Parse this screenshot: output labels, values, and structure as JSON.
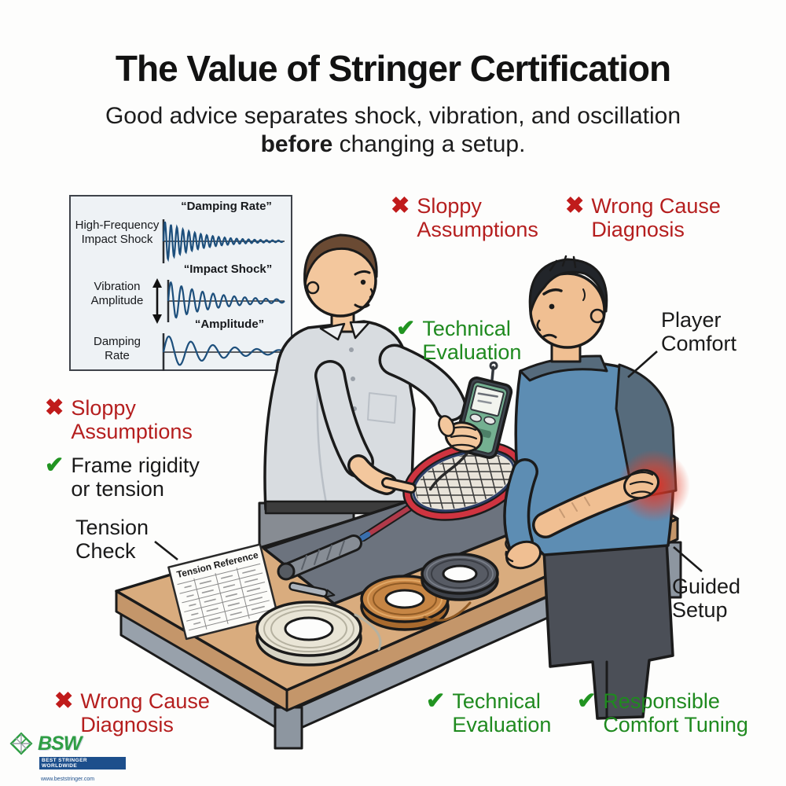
{
  "header": {
    "title": "The Value of Stringer Certification",
    "subtitle_line1": "Good advice separates shock, vibration, and oscillation",
    "subtitle_bold": "before",
    "subtitle_tail": " changing a setup."
  },
  "inset": {
    "rows": [
      {
        "label_line1": "High-Frequency",
        "label_line2": "Impact Shock",
        "wave_label": "“Damping Rate”",
        "freq": 20,
        "decay": 3.3,
        "amp": 26
      },
      {
        "label_line1": "Vibration",
        "label_line2": "Amplitude",
        "wave_label": "“Impact Shock”",
        "freq": 11,
        "decay": 2.5,
        "amp": 25
      },
      {
        "label_line1": "Damping",
        "label_line2": "Rate",
        "wave_label": "“Amplitude”",
        "freq": 5.5,
        "decay": 2.2,
        "amp": 22
      }
    ]
  },
  "icons": {
    "x": "✖",
    "check": "✔"
  },
  "annotations": [
    {
      "icon": "x",
      "line1": "Sloppy",
      "line2": "Assumptions"
    },
    {
      "icon": "x",
      "line1": "Wrong Cause",
      "line2": "Diagnosis"
    },
    {
      "icon": "check",
      "line1": "Technical",
      "line2": "Evaluation"
    },
    {
      "icon": "none",
      "line1": "Player",
      "line2": "Comfort"
    },
    {
      "icon": "x",
      "line1": "Sloppy",
      "line2": "Assumptions"
    },
    {
      "icon": "check",
      "line1": "Frame rigidity",
      "line2": "or tension"
    },
    {
      "icon": "none",
      "line1": "Tension",
      "line2": "Check"
    },
    {
      "icon": "none",
      "line1": "Guided",
      "line2": "Setup"
    },
    {
      "icon": "x",
      "line1": "Wrong Cause",
      "line2": "Diagnosis"
    },
    {
      "icon": "check",
      "line1": "Technical",
      "line2": "Evaluation"
    },
    {
      "icon": "check",
      "line1": "Responsible",
      "line2": "Comfort Tuning"
    }
  ],
  "illustration": {
    "paper_title": "Tension Reference"
  },
  "logo": {
    "name": "BSW",
    "tagline": "BEST STRINGER WORLDWIDE",
    "url": "www.beststringer.com"
  },
  "colors": {
    "negative": "#b51e1e",
    "positive": "#1f8a1f",
    "wave_blue": "#1d4f7c",
    "table_wood": "#d9ac7e",
    "mat_gray": "#6c737e"
  }
}
